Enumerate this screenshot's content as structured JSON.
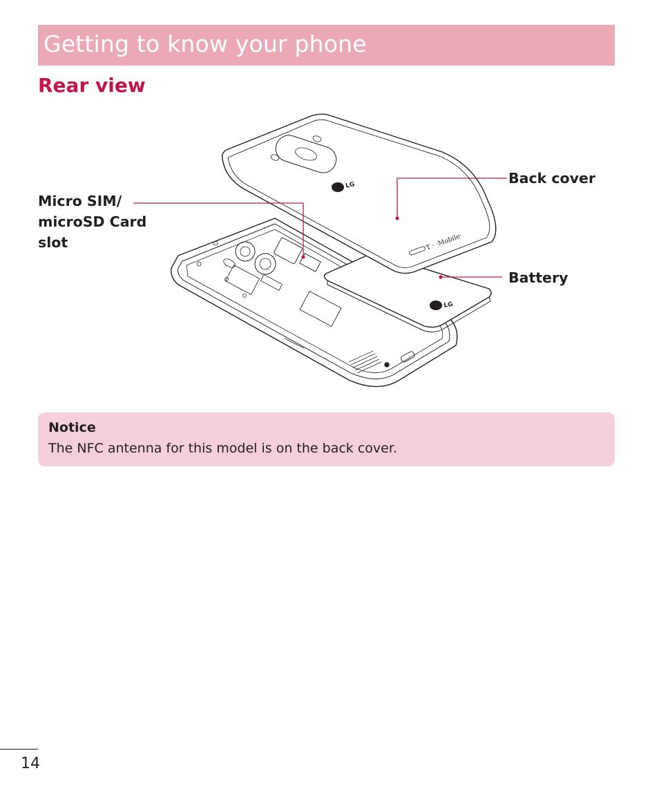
{
  "header": {
    "title": "Getting to know your phone"
  },
  "section": {
    "title": "Rear view"
  },
  "figure": {
    "callouts": {
      "back_cover": "Back cover",
      "battery": "Battery",
      "sim_slot": [
        "Micro SIM/",
        "microSD Card",
        "slot"
      ]
    },
    "cover_logo": "LG",
    "battery_logo": "LG",
    "carrier_mark": "T · ·Mobile·",
    "accent_color": "#c3154d"
  },
  "notice": {
    "title": "Notice",
    "text": "The NFC antenna for this model is on the back cover."
  },
  "footer": {
    "page_number": "14"
  }
}
